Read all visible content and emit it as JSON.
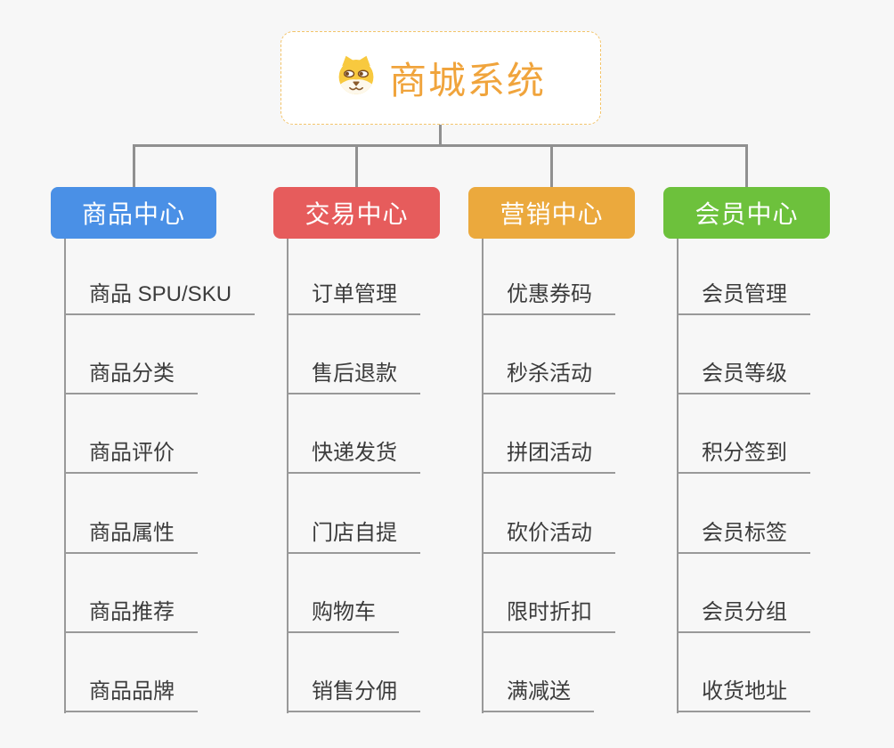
{
  "root": {
    "title": "商城系统",
    "icon": "dog-face-icon",
    "accent_color": "#F0A43C"
  },
  "branches": [
    {
      "label": "商品中心",
      "color": "#4A90E6",
      "children": [
        "商品 SPU/SKU",
        "商品分类",
        "商品评价",
        "商品属性",
        "商品推荐",
        "商品品牌"
      ]
    },
    {
      "label": "交易中心",
      "color": "#E65C5C",
      "children": [
        "订单管理",
        "售后退款",
        "快递发货",
        "门店自提",
        "购物车",
        "销售分佣"
      ]
    },
    {
      "label": "营销中心",
      "color": "#EBA93D",
      "children": [
        "优惠券码",
        "秒杀活动",
        "拼团活动",
        "砍价活动",
        "限时折扣",
        "满减送"
      ]
    },
    {
      "label": "会员中心",
      "color": "#6DC13C",
      "children": [
        "会员管理",
        "会员等级",
        "积分签到",
        "会员标签",
        "会员分组",
        "收货地址"
      ]
    }
  ],
  "colors": {
    "background": "#F7F7F7",
    "connector": "#909090",
    "child_line": "#999999",
    "child_text": "#3C3C3C",
    "root_border": "#F3C46A"
  }
}
